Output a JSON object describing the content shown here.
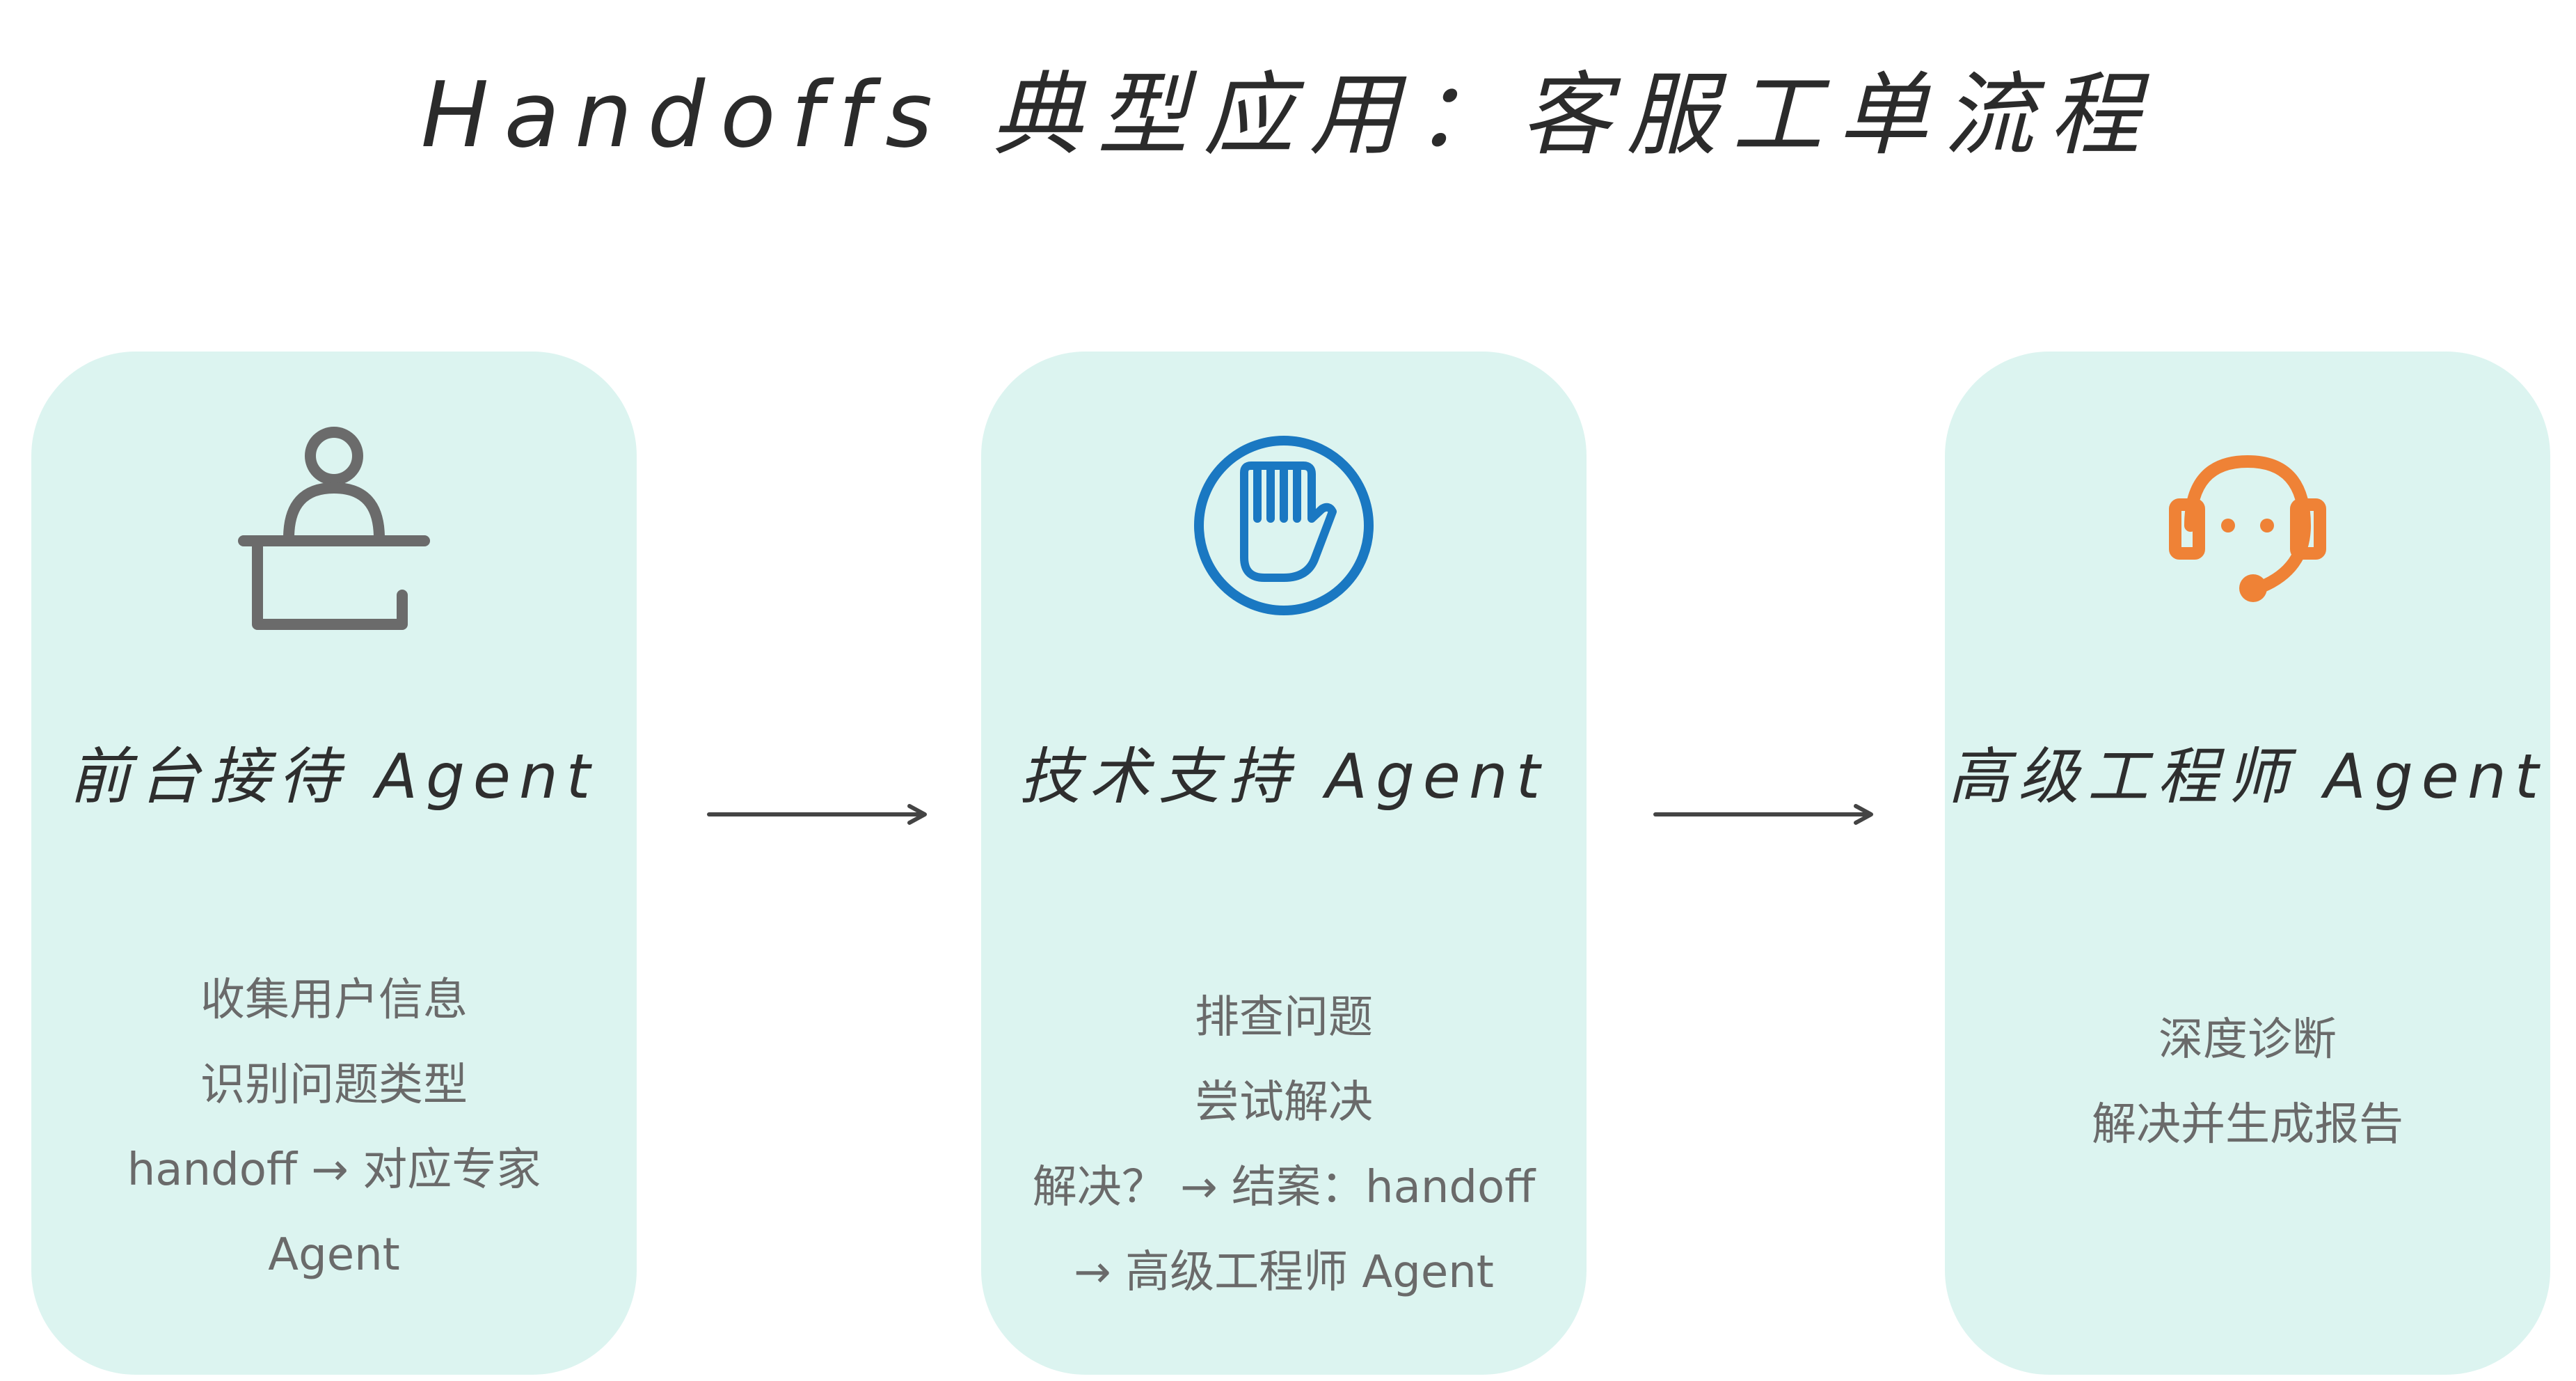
{
  "title": "Handoffs 典型应用：客服工单流程",
  "colors": {
    "card_bg": "#dcf4f0",
    "reception_icon": "#6b6b6b",
    "support_icon": "#1a78c2",
    "engineer_icon": "#ef8236",
    "arrow": "#444444"
  },
  "cards": [
    {
      "icon": "reception-desk-icon",
      "name": "前台接待 Agent",
      "lines": [
        "收集用户信息",
        "识别问题类型",
        "handoff → 对应专家",
        "Agent"
      ]
    },
    {
      "icon": "raised-hand-icon",
      "name": "技术支持 Agent",
      "lines": [
        "排查问题",
        "尝试解决",
        "解决？ → 结案：handoff",
        "→ 高级工程师 Agent"
      ]
    },
    {
      "icon": "headset-support-icon",
      "name": "高级工程师 Agent",
      "lines": [
        "深度诊断",
        "解决并生成报告"
      ]
    }
  ]
}
